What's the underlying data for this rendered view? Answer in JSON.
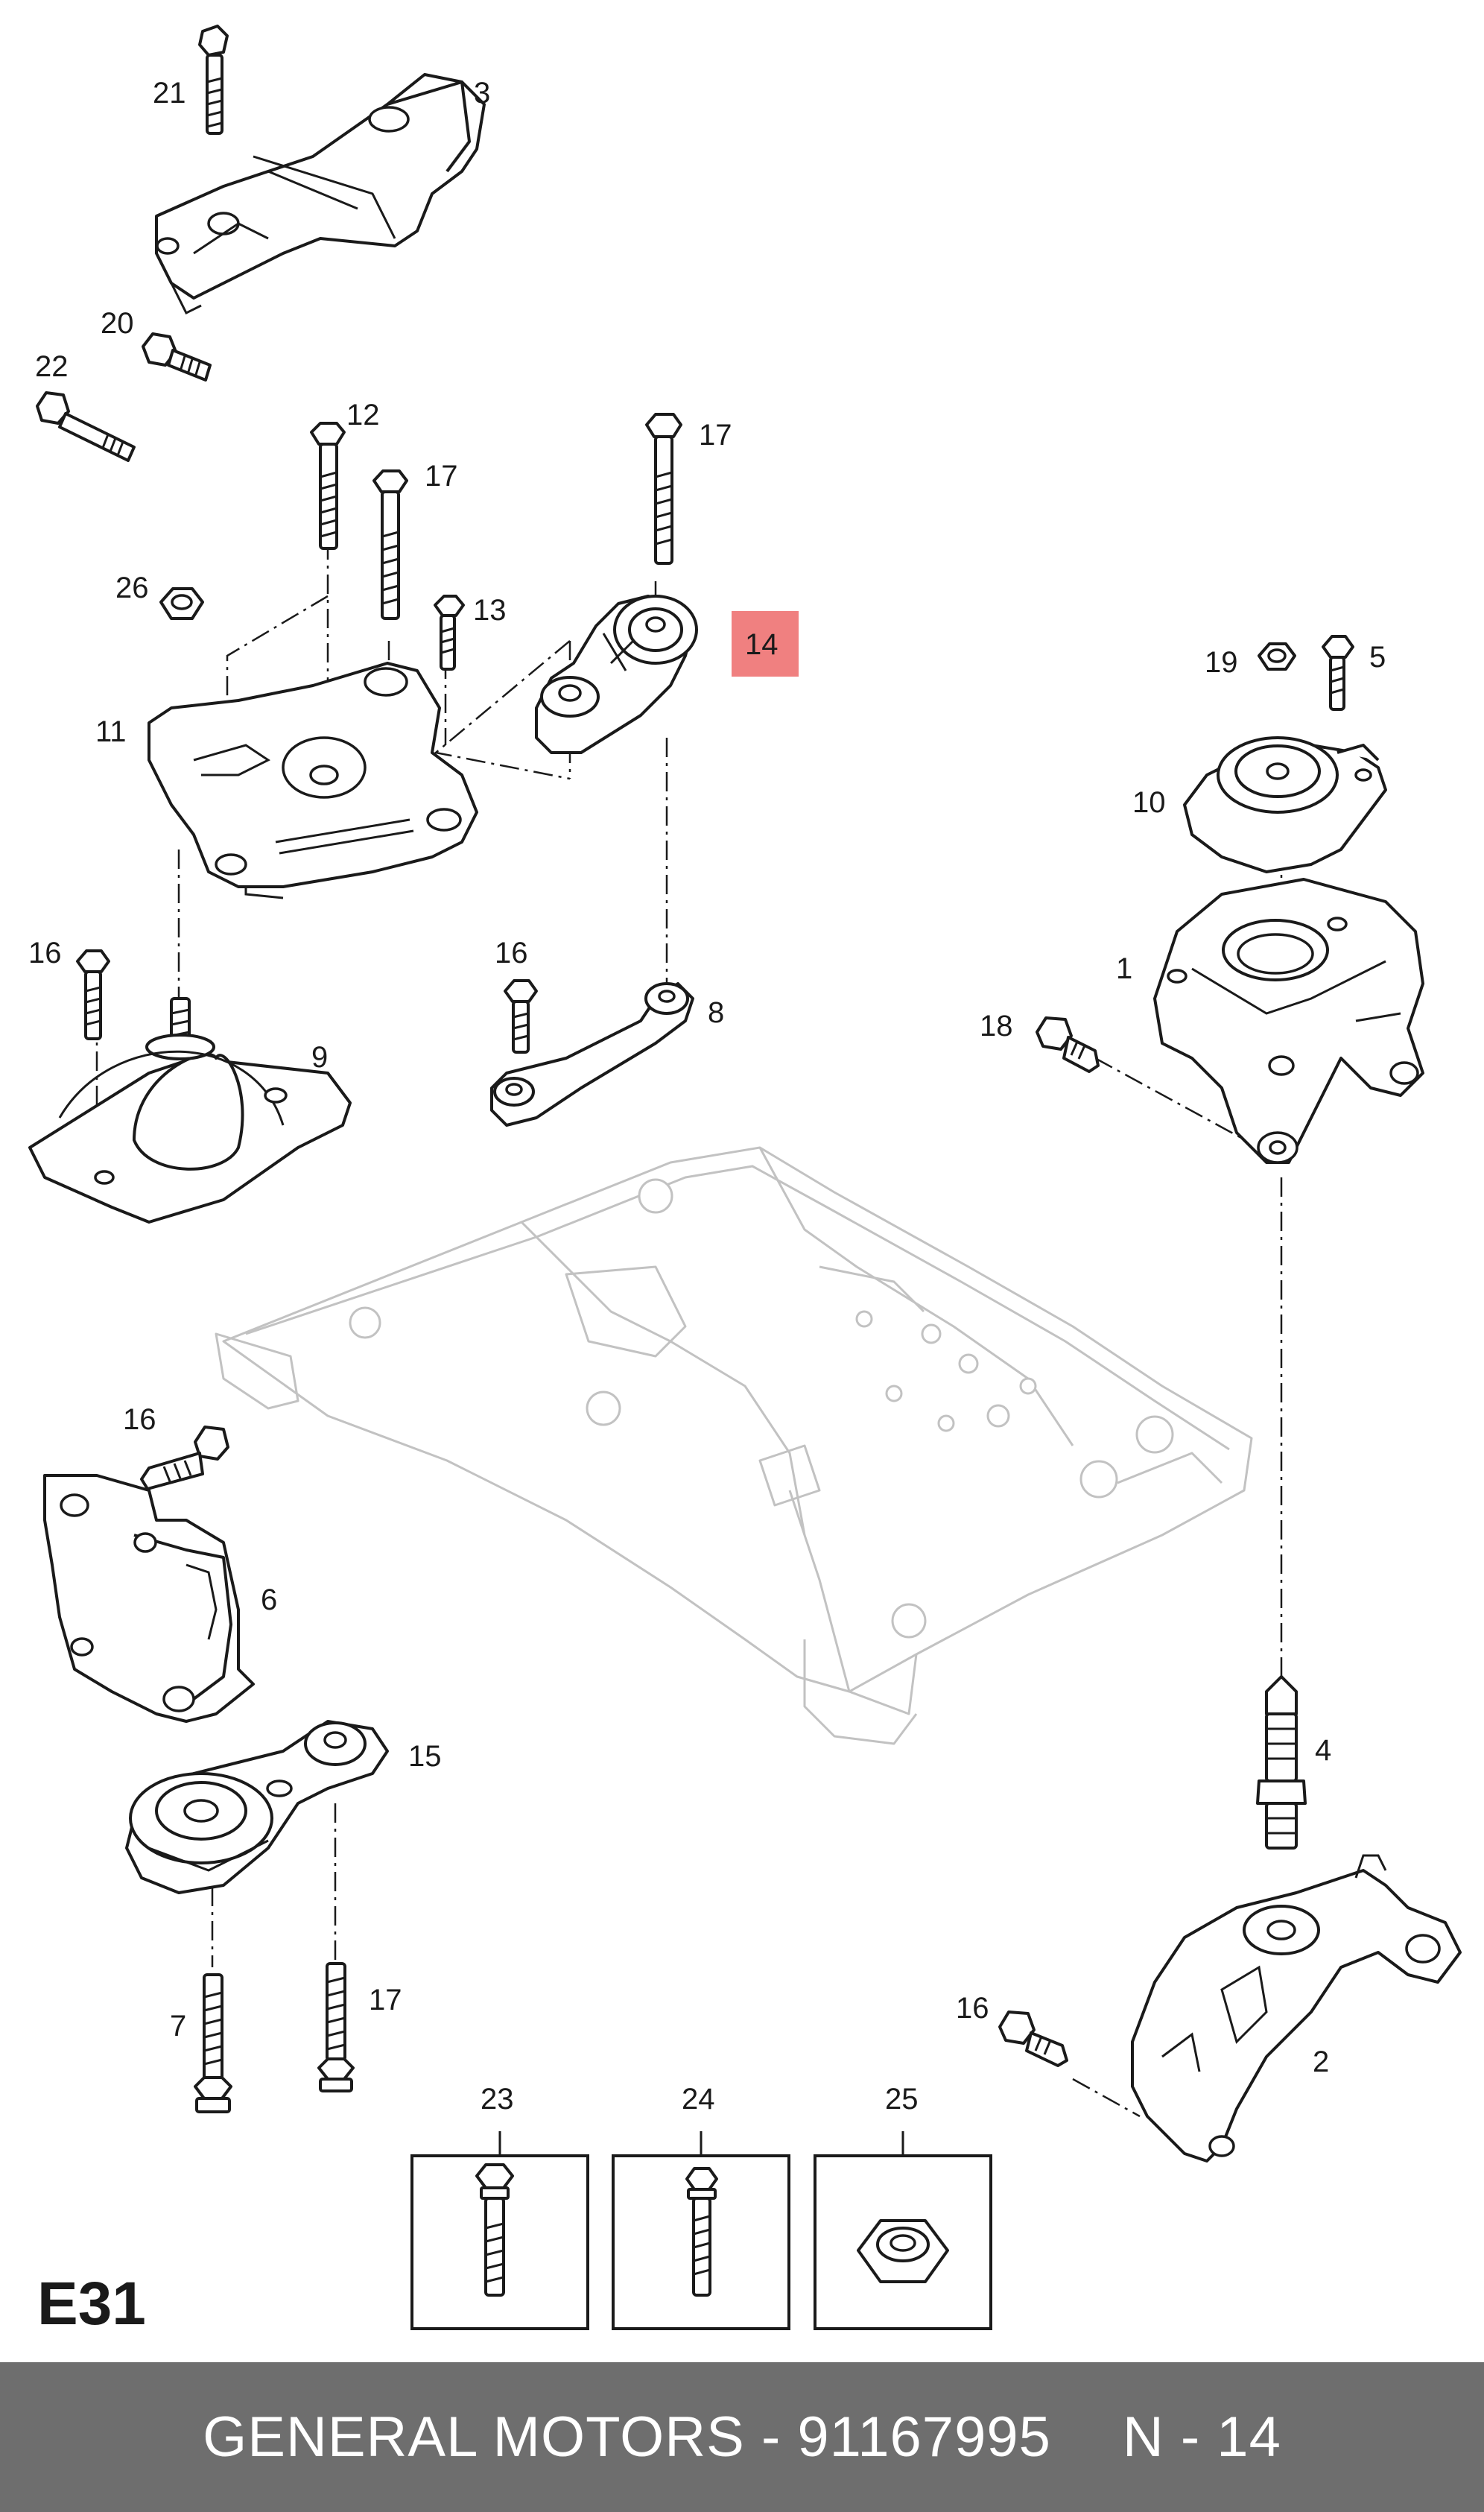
{
  "diagram": {
    "callouts": {
      "c1": "1",
      "c2": "2",
      "c3": "3",
      "c4": "4",
      "c5": "5",
      "c6": "6",
      "c7": "7",
      "c8": "8",
      "c9": "9",
      "c10": "10",
      "c11": "11",
      "c12": "12",
      "c13": "13",
      "c14": "14",
      "c15": "15",
      "c16a": "16",
      "c16b": "16",
      "c16c": "16",
      "c16d": "16",
      "c17a": "17",
      "c17b": "17",
      "c17c": "17",
      "c18": "18",
      "c19": "19",
      "c20": "20",
      "c21": "21",
      "c22": "22",
      "c23": "23",
      "c24": "24",
      "c25": "25",
      "c26": "26"
    },
    "highlight_color": "#f08080",
    "page_code": "E31"
  },
  "footer": {
    "brand_part": "GENERAL MOTORS - 91167995",
    "item_ref": "N - 14",
    "background": "#6e6e6e"
  }
}
